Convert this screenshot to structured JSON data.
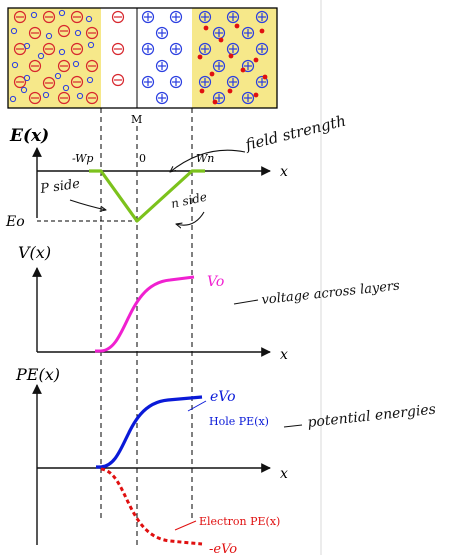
{
  "colors": {
    "p_region": "#f6e88a",
    "depletion": "#ffffff",
    "acceptor": "#d7262d",
    "hole": "#2a3ee0",
    "efield": "#7cc21c",
    "voltage": "#f020d0",
    "hole_pe": "#0a1ad8",
    "electron_pe": "#e01010",
    "separator": "#d8d8d8"
  },
  "junction": {
    "label_M": "M"
  },
  "efield_plot": {
    "y_label": "E(x)",
    "x_label": "x",
    "tick_neg_wp": "-Wp",
    "tick_zero": "0",
    "tick_wn": "Wn",
    "min_label": "Eo",
    "note_field": "field strength",
    "note_p_side": "P side",
    "note_n_side": "n side"
  },
  "voltage_plot": {
    "y_label": "V(x)",
    "x_label": "x",
    "end_label": "Vo",
    "note": "voltage across layers"
  },
  "pe_plot": {
    "y_label": "PE(x)",
    "x_label": "x",
    "hole_end_label": "eVo",
    "hole_curve_label": "Hole PE(x)",
    "electron_curve_label": "Electron PE(x)",
    "electron_end_label": "-eVo",
    "note": "potential energies"
  }
}
